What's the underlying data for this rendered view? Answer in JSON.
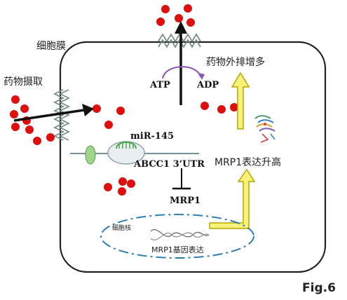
{
  "labels": {
    "cell_membrane": "细胞膜",
    "drug_uptake": "药物摄取",
    "drug_efflux_increase": "药物外排增多",
    "atp": "ATP",
    "adp": "ADP",
    "mir145": "miR-145",
    "abcc1_utr": "ABCC1 3’UTR",
    "mrp1": "MRP1",
    "mrp1_expression_up": "MRP1表达升高",
    "nucleus": "细胞核",
    "mrp1_gene_expression": "MRP1基因表达",
    "figure_label": "Fig.6"
  },
  "colors": {
    "drug_dot": "#dd0f0f",
    "arrow_yellow_fill": "#f7f27a",
    "arrow_yellow_stroke": "#b9a800",
    "nucleus_border": "#2f7fb5",
    "receptor": "#55aa55",
    "atp_arc": "#8a55b8",
    "membrane": "#222222",
    "transporter": "#7a8f85"
  },
  "icons": {
    "transporter": "helix-coil-transporter-icon",
    "protein": "mrp1-protein-structure-icon",
    "dna": "dna-helix-icon"
  }
}
